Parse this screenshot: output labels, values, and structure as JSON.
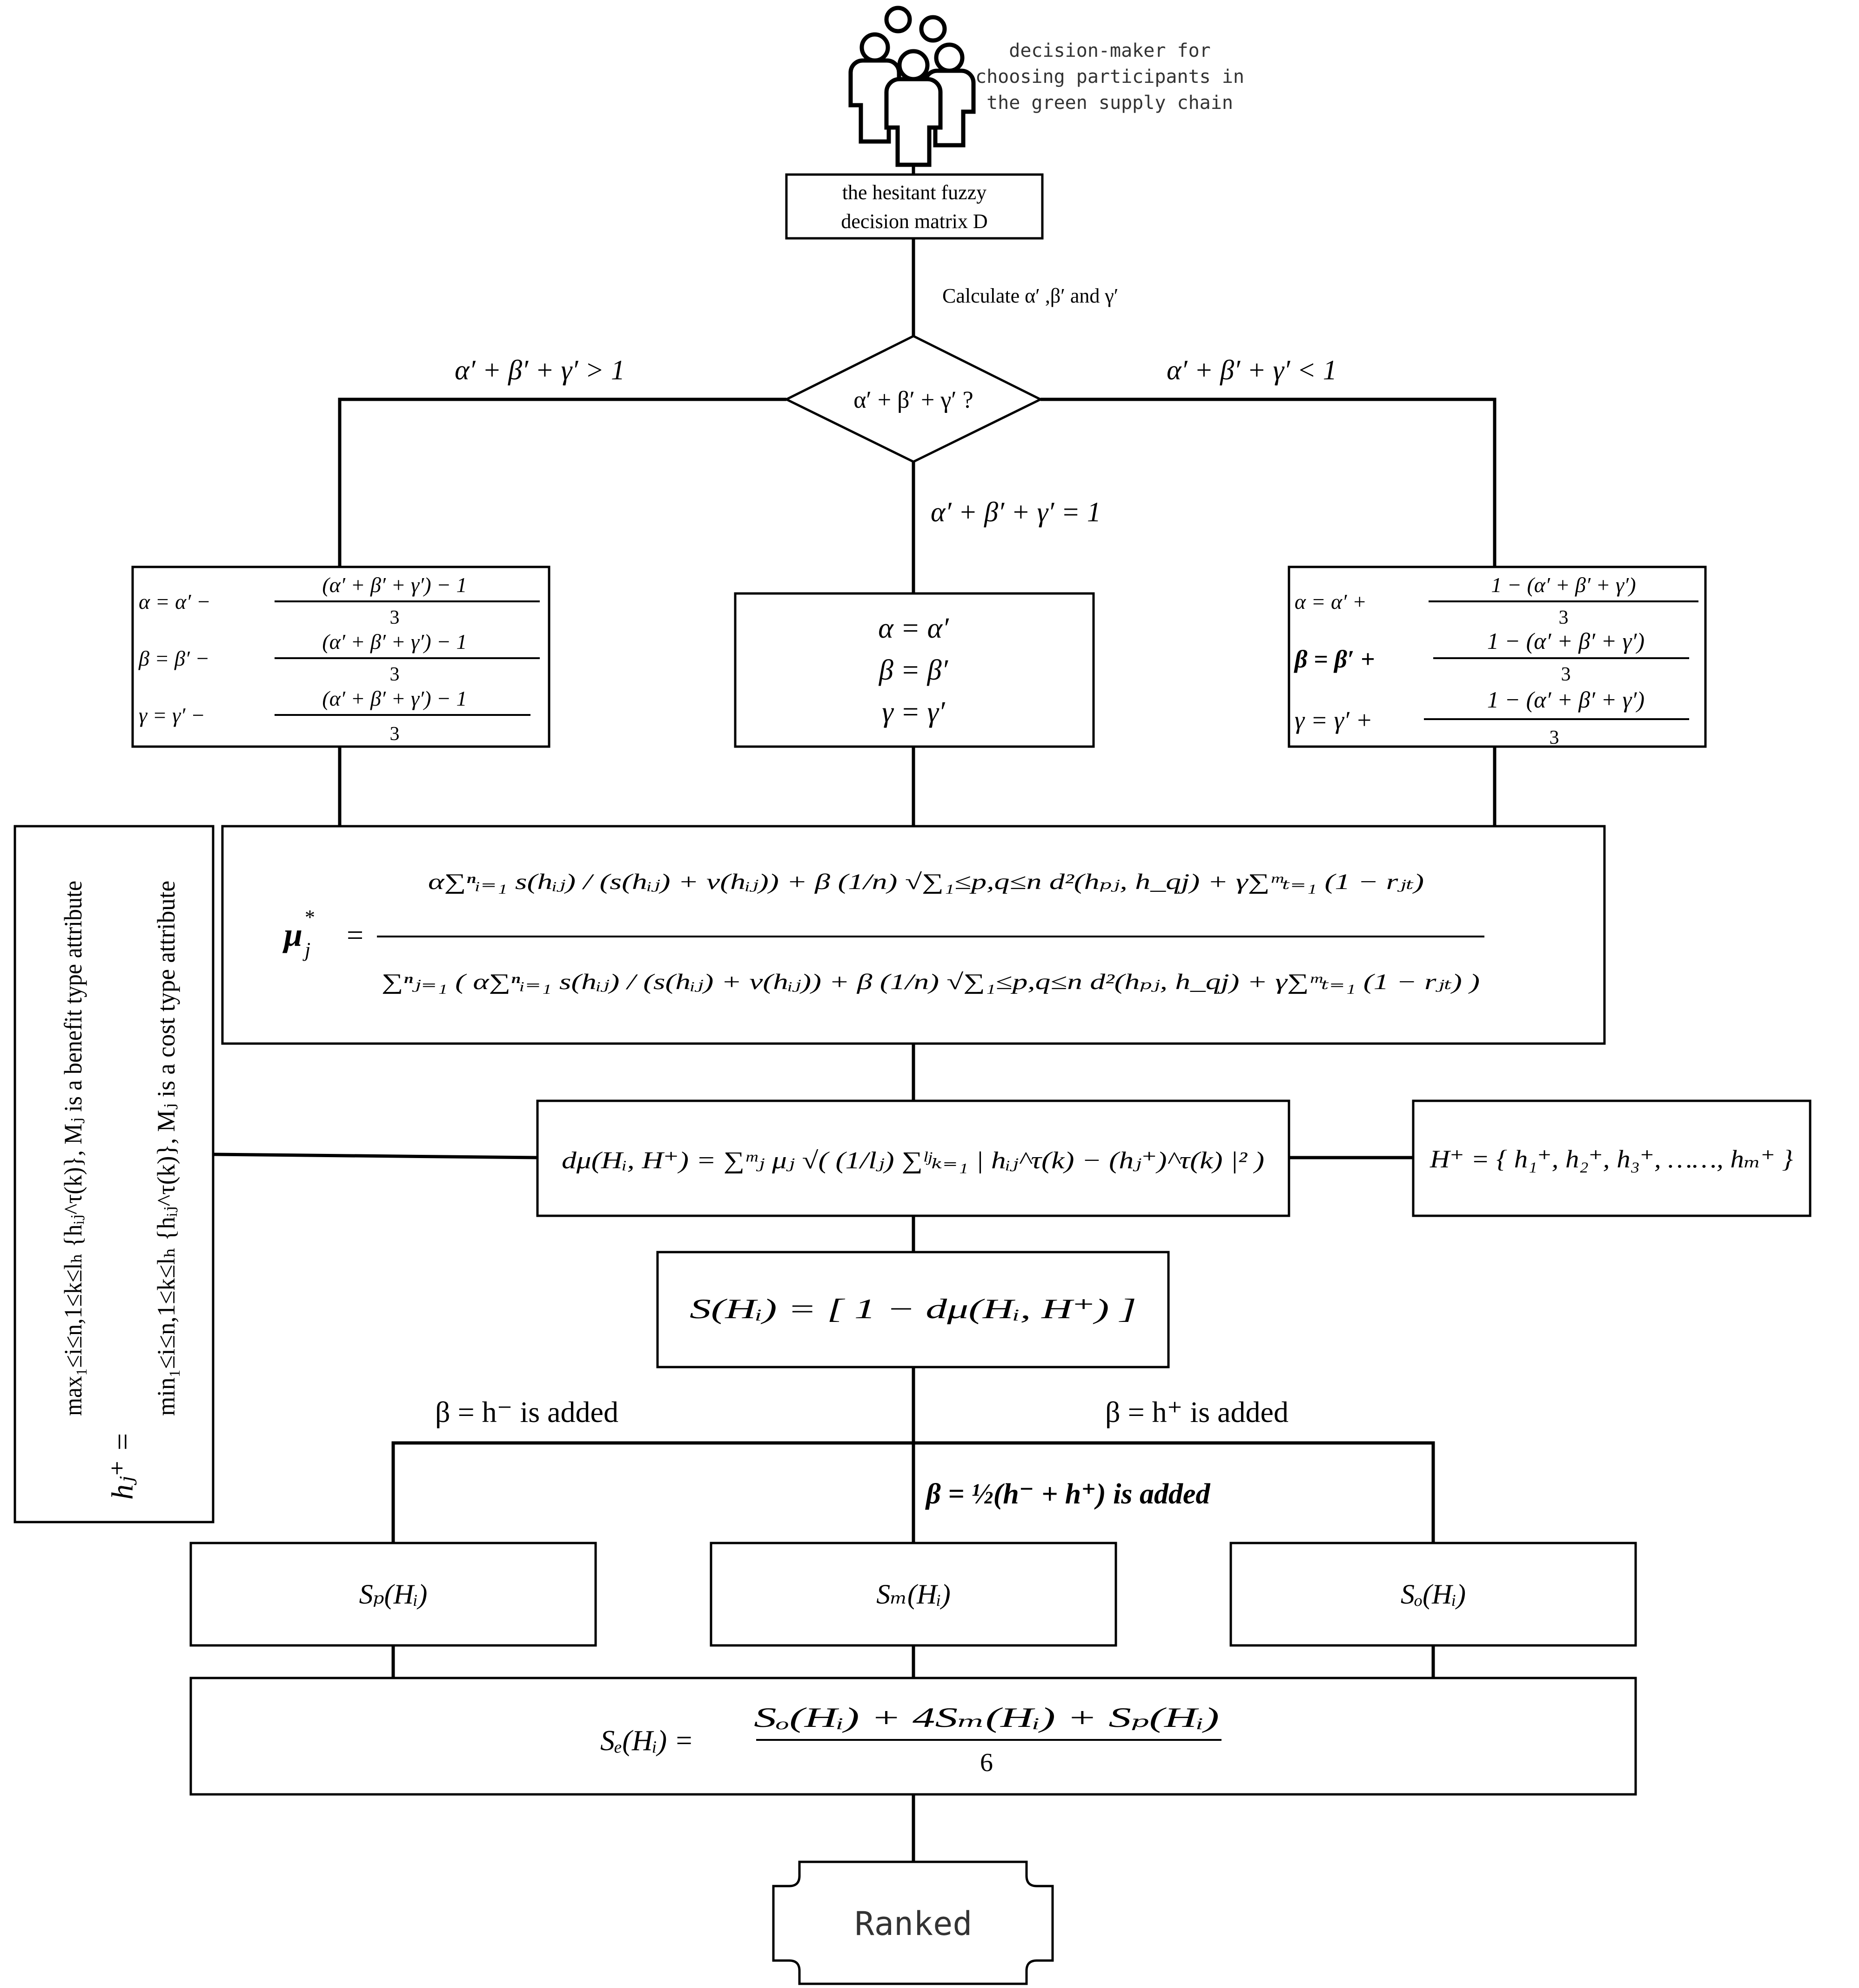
{
  "decision_maker": {
    "icon": "people-group-icon",
    "label_lines": [
      "decision-maker for",
      "choosing participants in",
      "the green supply chain"
    ]
  },
  "matrix_box": {
    "lines": [
      "the hesitant fuzzy",
      "decision matrix D"
    ]
  },
  "calc_step": {
    "text": "Calculate α′ ,β′ and γ′"
  },
  "decision_diamond": {
    "text": "α′ + β′ + γ′ ?"
  },
  "branch_labels": {
    "greater": "α′ + β′ + γ′ > 1",
    "less": "α′ + β′ + γ′ < 1",
    "equal": "α′ + β′ + γ′ = 1"
  },
  "box_greater": {
    "eq_alpha": {
      "lhs": "α = α′ −",
      "num": "(α′ + β′ + γ′) − 1",
      "den": "3"
    },
    "eq_beta": {
      "lhs": "β = β′ −",
      "num": "(α′ + β′ + γ′) − 1",
      "den": "3"
    },
    "eq_gamma": {
      "lhs": "γ = γ′ −",
      "num": "(α′ + β′ + γ′) − 1",
      "den": "3"
    }
  },
  "box_equal": {
    "lines": [
      "α = α′",
      "β = β′",
      "γ = γ′"
    ]
  },
  "box_less": {
    "eq_alpha": {
      "lhs": "α = α′ +",
      "num": "1 − (α′ + β′ + γ′)",
      "den": "3"
    },
    "eq_beta": {
      "lhs": "β = β′ +",
      "num": "1 − (α′ + β′ + γ′)",
      "den": "3"
    },
    "eq_gamma": {
      "lhs": "γ = γ′ +",
      "num": "1 − (α′ + β′ + γ′)",
      "den": "3"
    }
  },
  "weight_box": {
    "lhs": "μ",
    "lhs_sub": "j",
    "lhs_sup": "*",
    "eq": "=",
    "numerator": "α∑ⁿᵢ₌₁ s(hᵢⱼ) / (s(hᵢⱼ) + v(hᵢⱼ)) + β (1/n) √∑₁≤p,q≤n d²(hₚⱼ, h_qj) + γ∑ᵐₜ₌₁ (1 − rⱼₜ)",
    "denominator": "∑ⁿⱼ₌₁ ( α∑ⁿᵢ₌₁ s(hᵢⱼ) / (s(hᵢⱼ) + v(hᵢⱼ)) + β (1/n) √∑₁≤p,q≤n d²(hₚⱼ, h_qj) + γ∑ᵐₜ₌₁ (1 − rⱼₜ) )"
  },
  "ideal_rule_box": {
    "lhs": "hⱼ⁺ =",
    "benefit": "max₁≤i≤n,1≤k≤lₕ {hᵢⱼ^τ(k)}, Mⱼ is a benefit type attribute",
    "cost": "min₁≤i≤n,1≤k≤lₕ {hᵢⱼ^τ(k)}, Mⱼ is a cost type attribute"
  },
  "distance_box": {
    "formula": "dμ(Hᵢ, H⁺) = ∑ᵐⱼ μⱼ √( (1/lⱼ) ∑ˡʲₖ₌₁ | hᵢⱼ^τ(k) − (hⱼ⁺)^τ(k) |² )"
  },
  "ideal_set_box": {
    "formula": "H⁺ = { h₁⁺, h₂⁺, h₃⁺, ……, hₘ⁺ }"
  },
  "similarity_box": {
    "formula": "S(Hᵢ) = [ 1 − dμ(Hᵢ, H⁺) ]"
  },
  "branch2_labels": {
    "left": "β = h⁻ is added",
    "right": "β = h⁺ is added",
    "middle": "β = ½(h⁻ + h⁺) is added"
  },
  "results": {
    "pessimistic": "Sₚ(Hᵢ)",
    "moderate": "Sₘ(Hᵢ)",
    "optimistic": "Sₒ(Hᵢ)"
  },
  "expected_box": {
    "lhs": "Sₑ(Hᵢ) =",
    "num": "Sₒ(Hᵢ) + 4Sₘ(Hᵢ) + Sₚ(Hᵢ)",
    "den": "6"
  },
  "terminal": {
    "text": "Ranked"
  }
}
